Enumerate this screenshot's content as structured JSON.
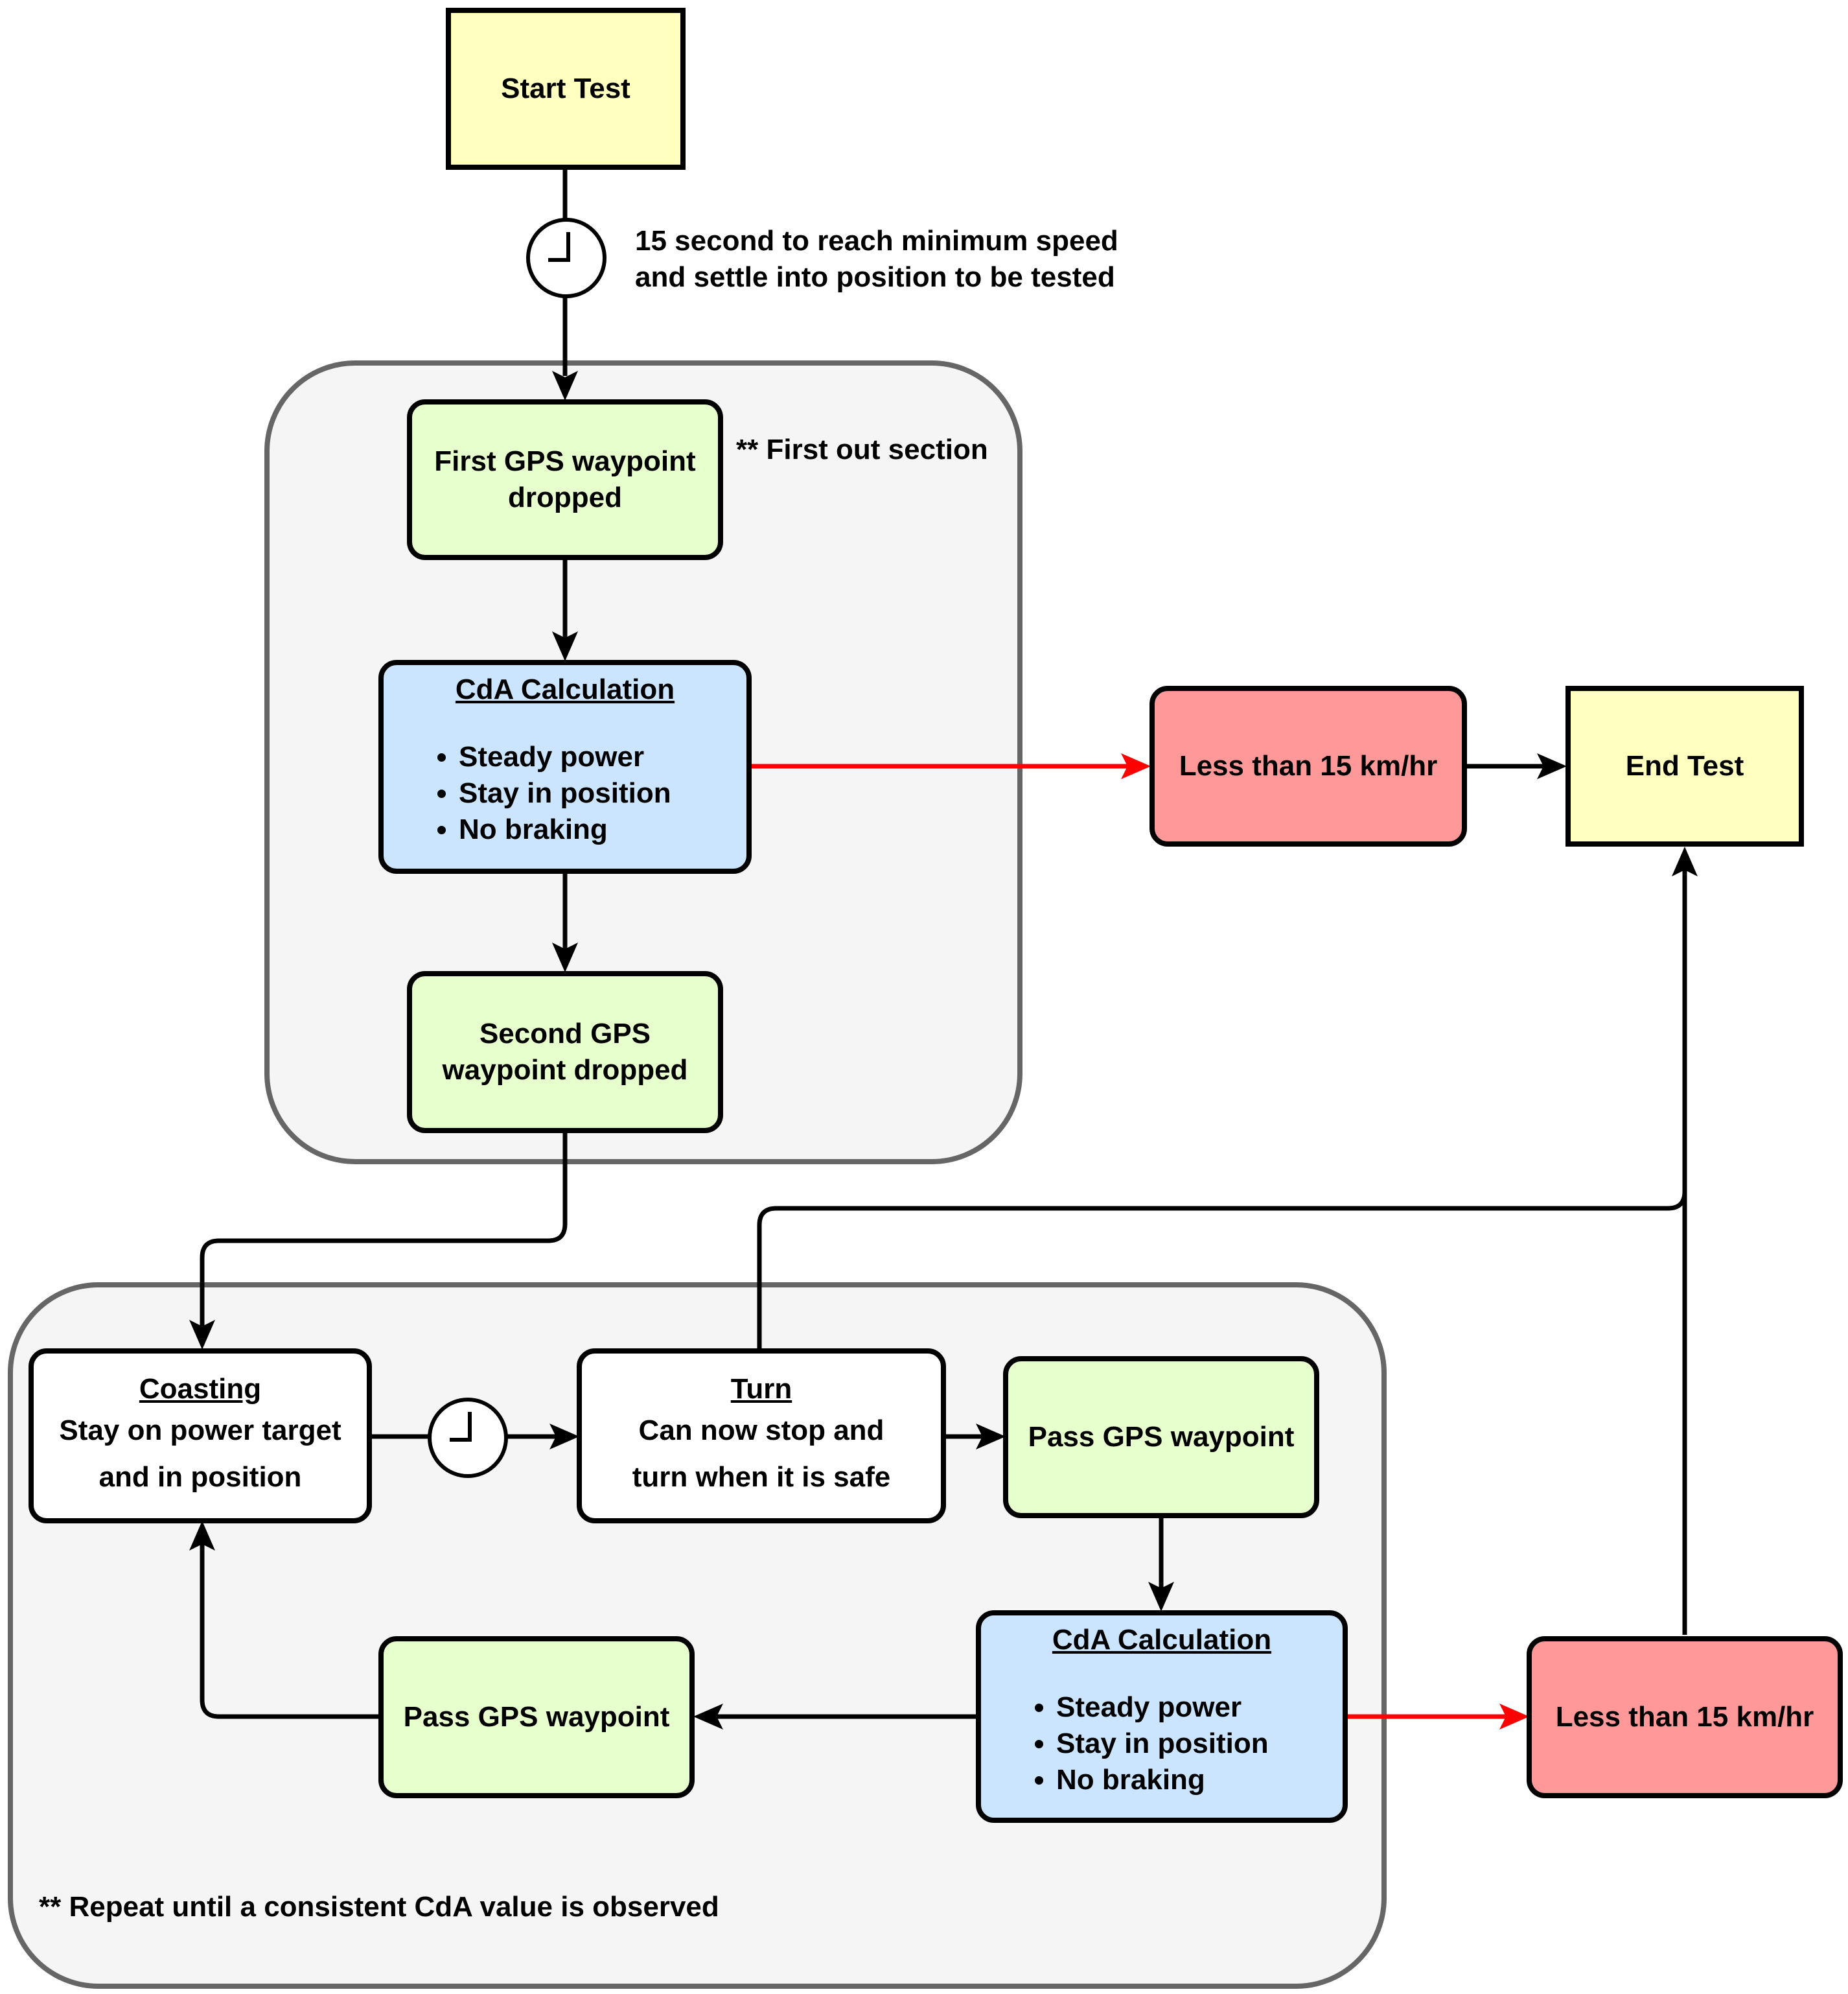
{
  "nodes": {
    "start": "Start Test",
    "wp1": "First GPS waypoint dropped",
    "cda1": {
      "title": "CdA Calculation",
      "items": [
        "Steady power",
        "Stay in position",
        "No braking"
      ]
    },
    "wp2": "Second GPS waypoint dropped",
    "less1": "Less than 15 km/hr",
    "end": "End Test",
    "coasting": {
      "title": "Coasting",
      "line1": "Stay on power target",
      "line2": "and in position"
    },
    "turn": {
      "title": "Turn",
      "line1": "Can now stop and",
      "line2": "turn when it is safe"
    },
    "pass1": "Pass GPS waypoint",
    "cda2": {
      "title": "CdA Calculation",
      "items": [
        "Steady power",
        "Stay in position",
        "No braking"
      ]
    },
    "pass2": "Pass GPS waypoint",
    "less2": "Less than 15 km/hr"
  },
  "notes": {
    "timer_line1": "15 second to reach minimum speed",
    "timer_line2": "and settle into position to be tested",
    "first_out": "** First out section",
    "repeat": "** Repeat until a consistent CdA value is observed"
  },
  "colors": {
    "terminal": "#ffffc0",
    "waypoint": "#e6ffcc",
    "calculation": "#cce5ff",
    "stop_condition": "#ff9999",
    "group_fill": "#f5f5f5",
    "group_border": "#666666",
    "red_arrow": "#ff0000"
  }
}
